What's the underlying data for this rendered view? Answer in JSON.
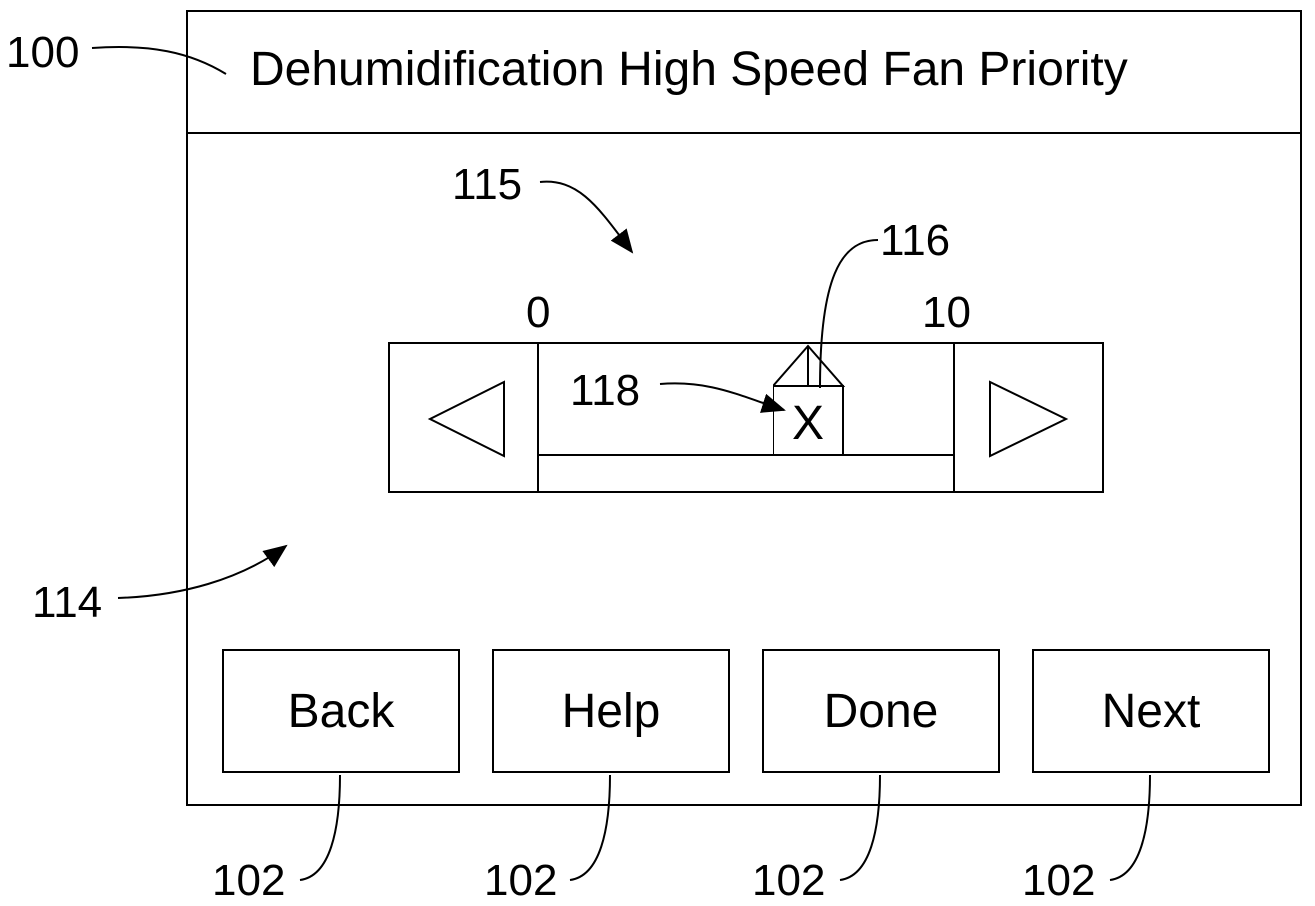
{
  "screen": {
    "title": "Dehumidification High Speed Fan Priority"
  },
  "slider": {
    "min_label": "0",
    "max_label": "10",
    "min": 0,
    "max": 10,
    "value": 6.5,
    "thumb_label": "X",
    "left_arrow_icon": "triangle-left-icon",
    "right_arrow_icon": "triangle-right-icon"
  },
  "buttons": {
    "back": "Back",
    "help": "Help",
    "done": "Done",
    "next": "Next"
  },
  "references": {
    "screen": "100",
    "area": "114",
    "slider": "115",
    "pointer": "116",
    "thumb": "118",
    "button_back": "102",
    "button_help": "102",
    "button_done": "102",
    "button_next": "102"
  }
}
